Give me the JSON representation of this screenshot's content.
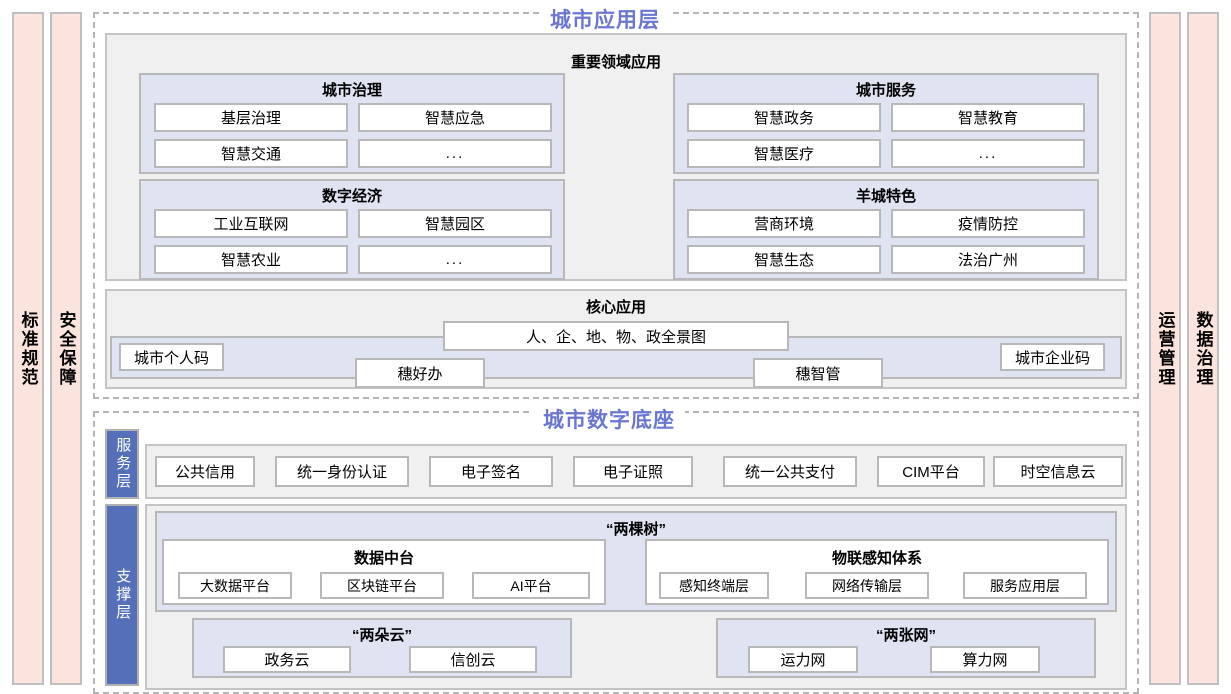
{
  "pillars": {
    "left": [
      {
        "label": "标准规范",
        "name": "pillar-standards"
      },
      {
        "label": "安全保障",
        "name": "pillar-security"
      }
    ],
    "right": [
      {
        "label": "运营管理",
        "name": "pillar-operations"
      },
      {
        "label": "数据治理",
        "name": "pillar-data-governance"
      }
    ]
  },
  "application_layer": {
    "title": "城市应用层",
    "key_domains": {
      "title": "重要领域应用",
      "groups": [
        {
          "title": "城市治理",
          "items": [
            "基层治理",
            "智慧应急",
            "智慧交通",
            "..."
          ]
        },
        {
          "title": "城市服务",
          "items": [
            "智慧政务",
            "智慧教育",
            "智慧医疗",
            "..."
          ]
        },
        {
          "title": "数字经济",
          "items": [
            "工业互联网",
            "智慧园区",
            "智慧农业",
            "..."
          ]
        },
        {
          "title": "羊城特色",
          "items": [
            "营商环境",
            "疫情防控",
            "智慧生态",
            "法治广州"
          ]
        }
      ]
    },
    "core_applications": {
      "title": "核心应用",
      "panorama": "人、企、地、物、政全景图",
      "left_code": "城市个人码",
      "right_code": "城市企业码",
      "mid_left": "穗好办",
      "mid_right": "穗智管"
    }
  },
  "foundation_layer": {
    "title": "城市数字底座",
    "service_layer": {
      "tab_label": "服务层",
      "items": [
        "公共信用",
        "统一身份认证",
        "电子签名",
        "电子证照",
        "统一公共支付",
        "CIM平台",
        "时空信息云"
      ]
    },
    "support_layer": {
      "tab_label": "支撑层",
      "two_trees": {
        "title": "“两棵树”",
        "groups": [
          {
            "title": "数据中台",
            "items": [
              "大数据平台",
              "区块链平台",
              "AI平台"
            ]
          },
          {
            "title": "物联感知体系",
            "items": [
              "感知终端层",
              "网络传输层",
              "服务应用层"
            ]
          }
        ]
      },
      "bottom_groups": [
        {
          "title": "“两朵云”",
          "items": [
            "政务云",
            "信创云"
          ]
        },
        {
          "title": "“两张网”",
          "items": [
            "运力网",
            "算力网"
          ]
        }
      ]
    }
  },
  "colors": {
    "title_purple": "#6a76cf",
    "pillar_pink": "#fbe4de",
    "group_lavender": "#dfe3f2",
    "panel_gray": "#f0f0f0",
    "tab_blue": "#5570b8",
    "border_gray": "#b8b8b8"
  }
}
